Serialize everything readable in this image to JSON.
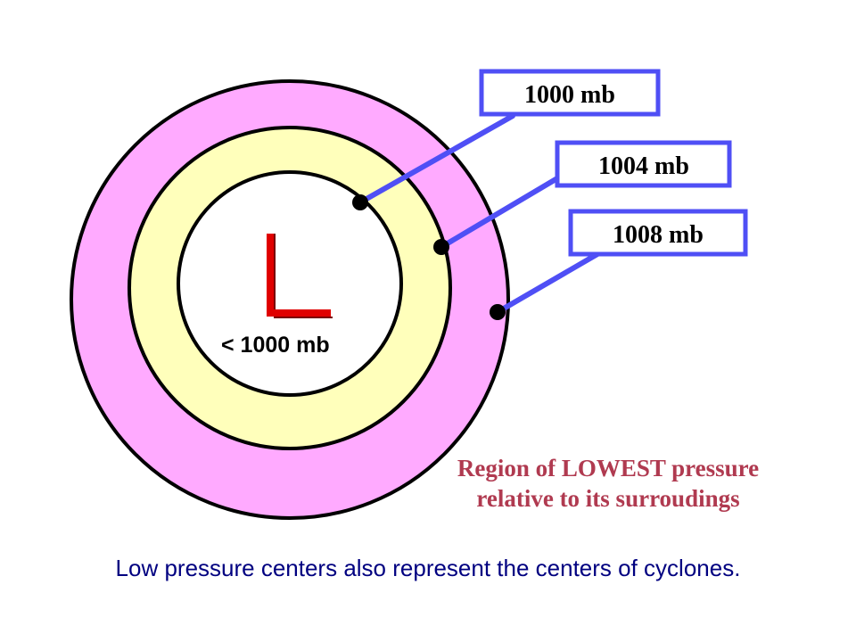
{
  "diagram": {
    "center_symbol": "L",
    "center_value": "< 1000 mb",
    "labels": {
      "outer": "1008 mb",
      "middle": "1004 mb",
      "inner": "1000 mb"
    },
    "note_line1": "Region of LOWEST pressure",
    "note_line2": "relative to its surroudings"
  },
  "colors": {
    "outer_ring": "#ffaaff",
    "middle_ring": "#ffffbb",
    "inner_circle": "#ffffff",
    "outline": "#000000",
    "leader": "#4f4ff5",
    "symbol": "#e00000",
    "note_text": "#b03a50",
    "caption_text": "#000080"
  },
  "caption": "Low pressure centers also represent the centers of cyclones."
}
